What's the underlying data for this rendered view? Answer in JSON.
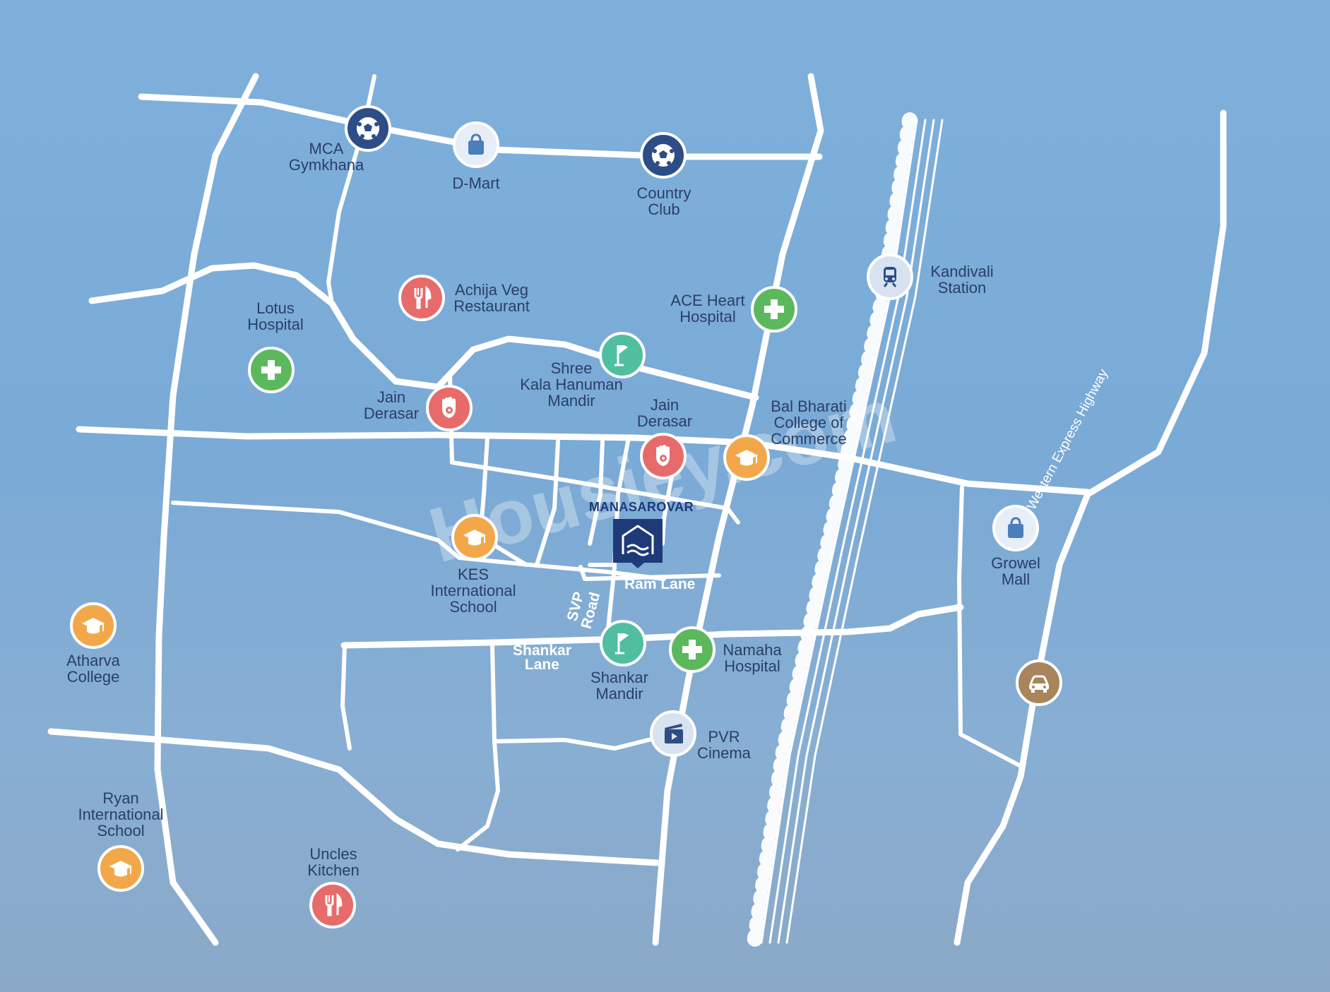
{
  "colors": {
    "road": "#ffffff",
    "hospital": "#5cb85c",
    "restaurant": "#e86b6b",
    "temple_jain": "#e86b6b",
    "temple_hindu": "#4fbfa0",
    "school": "#f2a84a",
    "shopping": "#e8eef7",
    "sport": "#2d4d86",
    "transit": "#d8e2f0",
    "cinema": "#d8e2f0",
    "car": "#a8855a",
    "project": "#1f3a78"
  },
  "watermark": "Housiey.com",
  "project": {
    "name": "MANASAROVAR",
    "icon": "building-logo-icon"
  },
  "roads": {
    "svp_road": "SVP\nRoad",
    "ram_lane": "Ram Lane",
    "shankar_lane": "Shankar\nLane",
    "western_express_highway": "Western Express Highway"
  },
  "pois": [
    {
      "id": "mca-gymkhana",
      "label": "MCA\nGymkhana",
      "icon": "football-icon",
      "category": "sport"
    },
    {
      "id": "d-mart",
      "label": "D-Mart",
      "icon": "shopping-bag-icon",
      "category": "shopping"
    },
    {
      "id": "country-club",
      "label": "Country\nClub",
      "icon": "football-icon",
      "category": "sport"
    },
    {
      "id": "kandivali-station",
      "label": "Kandivali\nStation",
      "icon": "train-icon",
      "category": "transit"
    },
    {
      "id": "achija-veg-restaurant",
      "label": "Achija Veg\nRestaurant",
      "icon": "fork-knife-icon",
      "category": "restaurant"
    },
    {
      "id": "ace-heart-hospital",
      "label": "ACE Heart\nHospital",
      "icon": "medical-cross-icon",
      "category": "hospital"
    },
    {
      "id": "lotus-hospital",
      "label": "Lotus\nHospital",
      "icon": "medical-cross-icon",
      "category": "hospital"
    },
    {
      "id": "shree-kala-hanuman-mandir",
      "label": "Shree\nKala Hanuman\nMandir",
      "icon": "temple-flag-icon",
      "category": "temple_hindu"
    },
    {
      "id": "jain-derasar-1",
      "label": "Jain\nDerasar",
      "icon": "jain-hand-icon",
      "category": "temple_jain"
    },
    {
      "id": "jain-derasar-2",
      "label": "Jain\nDerasar",
      "icon": "jain-hand-icon",
      "category": "temple_jain"
    },
    {
      "id": "bal-bharati-college",
      "label": "Bal Bharati\nCollege of\nCommerce",
      "icon": "graduation-cap-icon",
      "category": "school"
    },
    {
      "id": "kes-international-school",
      "label": "KES\nInternational\nSchool",
      "icon": "graduation-cap-icon",
      "category": "school"
    },
    {
      "id": "growel-mall",
      "label": "Growel\nMall",
      "icon": "shopping-bag-icon",
      "category": "shopping"
    },
    {
      "id": "atharva-college",
      "label": "Atharva\nCollege",
      "icon": "graduation-cap-icon",
      "category": "school"
    },
    {
      "id": "shankar-mandir",
      "label": "Shankar\nMandir",
      "icon": "temple-flag-icon",
      "category": "temple_hindu"
    },
    {
      "id": "namaha-hospital",
      "label": "Namaha\nHospital",
      "icon": "medical-cross-icon",
      "category": "hospital"
    },
    {
      "id": "pvr-cinema",
      "label": "PVR\nCinema",
      "icon": "film-play-icon",
      "category": "cinema"
    },
    {
      "id": "ryan-international-school",
      "label": "Ryan\nInternational\nSchool",
      "icon": "graduation-cap-icon",
      "category": "school"
    },
    {
      "id": "uncles-kitchen",
      "label": "Uncles\nKitchen",
      "icon": "fork-knife-icon",
      "category": "restaurant"
    },
    {
      "id": "car-service",
      "label": "",
      "icon": "car-icon",
      "category": "car"
    }
  ]
}
